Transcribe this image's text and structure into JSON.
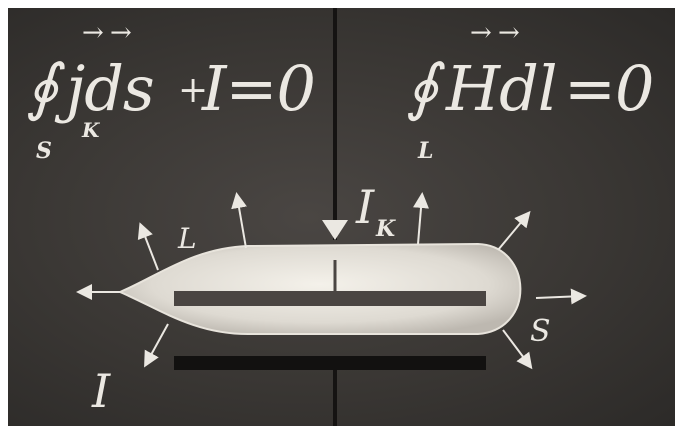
{
  "equations": {
    "left": {
      "integral": "∮",
      "vector_arrows": "→ →",
      "body": "jds",
      "plus": "+",
      "rhs": "I=0",
      "sub_k": "K",
      "sub_s": "S"
    },
    "right": {
      "integral": "∮",
      "vector_arrows": "→ →",
      "body": "Hdl",
      "rhs": "=0",
      "sub_l": "L"
    }
  },
  "labels": {
    "L": "L",
    "Ik_main": "I",
    "Ik_sub": "K",
    "S": "S",
    "I": "I"
  }
}
